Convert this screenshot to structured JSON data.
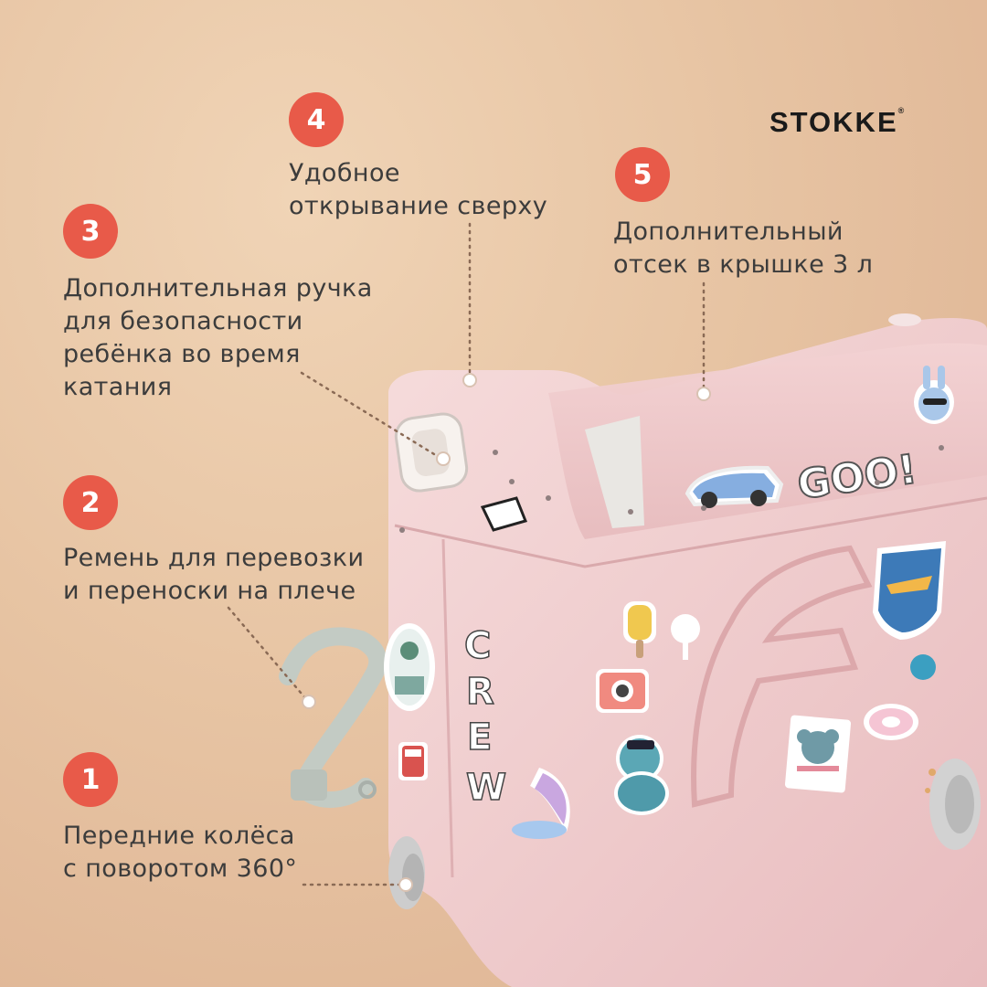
{
  "brand": {
    "name": "STOKKE",
    "mark": "®"
  },
  "features": [
    {
      "number": "1",
      "lines": [
        "Передние колёса",
        "с поворотом 360°"
      ]
    },
    {
      "number": "2",
      "lines": [
        "Ремень для перевозки",
        "и переноски на плече"
      ]
    },
    {
      "number": "3",
      "lines": [
        "Дополнительная ручка",
        "для безопасности",
        "ребёнка во время",
        "катания"
      ]
    },
    {
      "number": "4",
      "lines": [
        "Удобное",
        "открывание сверху"
      ]
    },
    {
      "number": "5",
      "lines": [
        "Дополнительный",
        "отсек в крышке 3 л"
      ]
    }
  ],
  "case_text": {
    "front": "GOO!",
    "side": [
      "C",
      "R",
      "E",
      "W"
    ]
  },
  "colors": {
    "badge": "#e85a49",
    "case": "#f2cfcf",
    "case_shadow": "#e3b4b6",
    "strap": "#c9cfc8",
    "wheel": "#cfcfcf",
    "background": "#e7c4a3"
  },
  "icons": [
    "bunny-sticker-icon",
    "car-sticker-icon",
    "airplane-badge-icon",
    "ice-cream-icon",
    "camera-icon",
    "bear-icon",
    "moon-icon",
    "koala-icon",
    "unicorn-float-icon",
    "bus-icon",
    "island-icon"
  ]
}
